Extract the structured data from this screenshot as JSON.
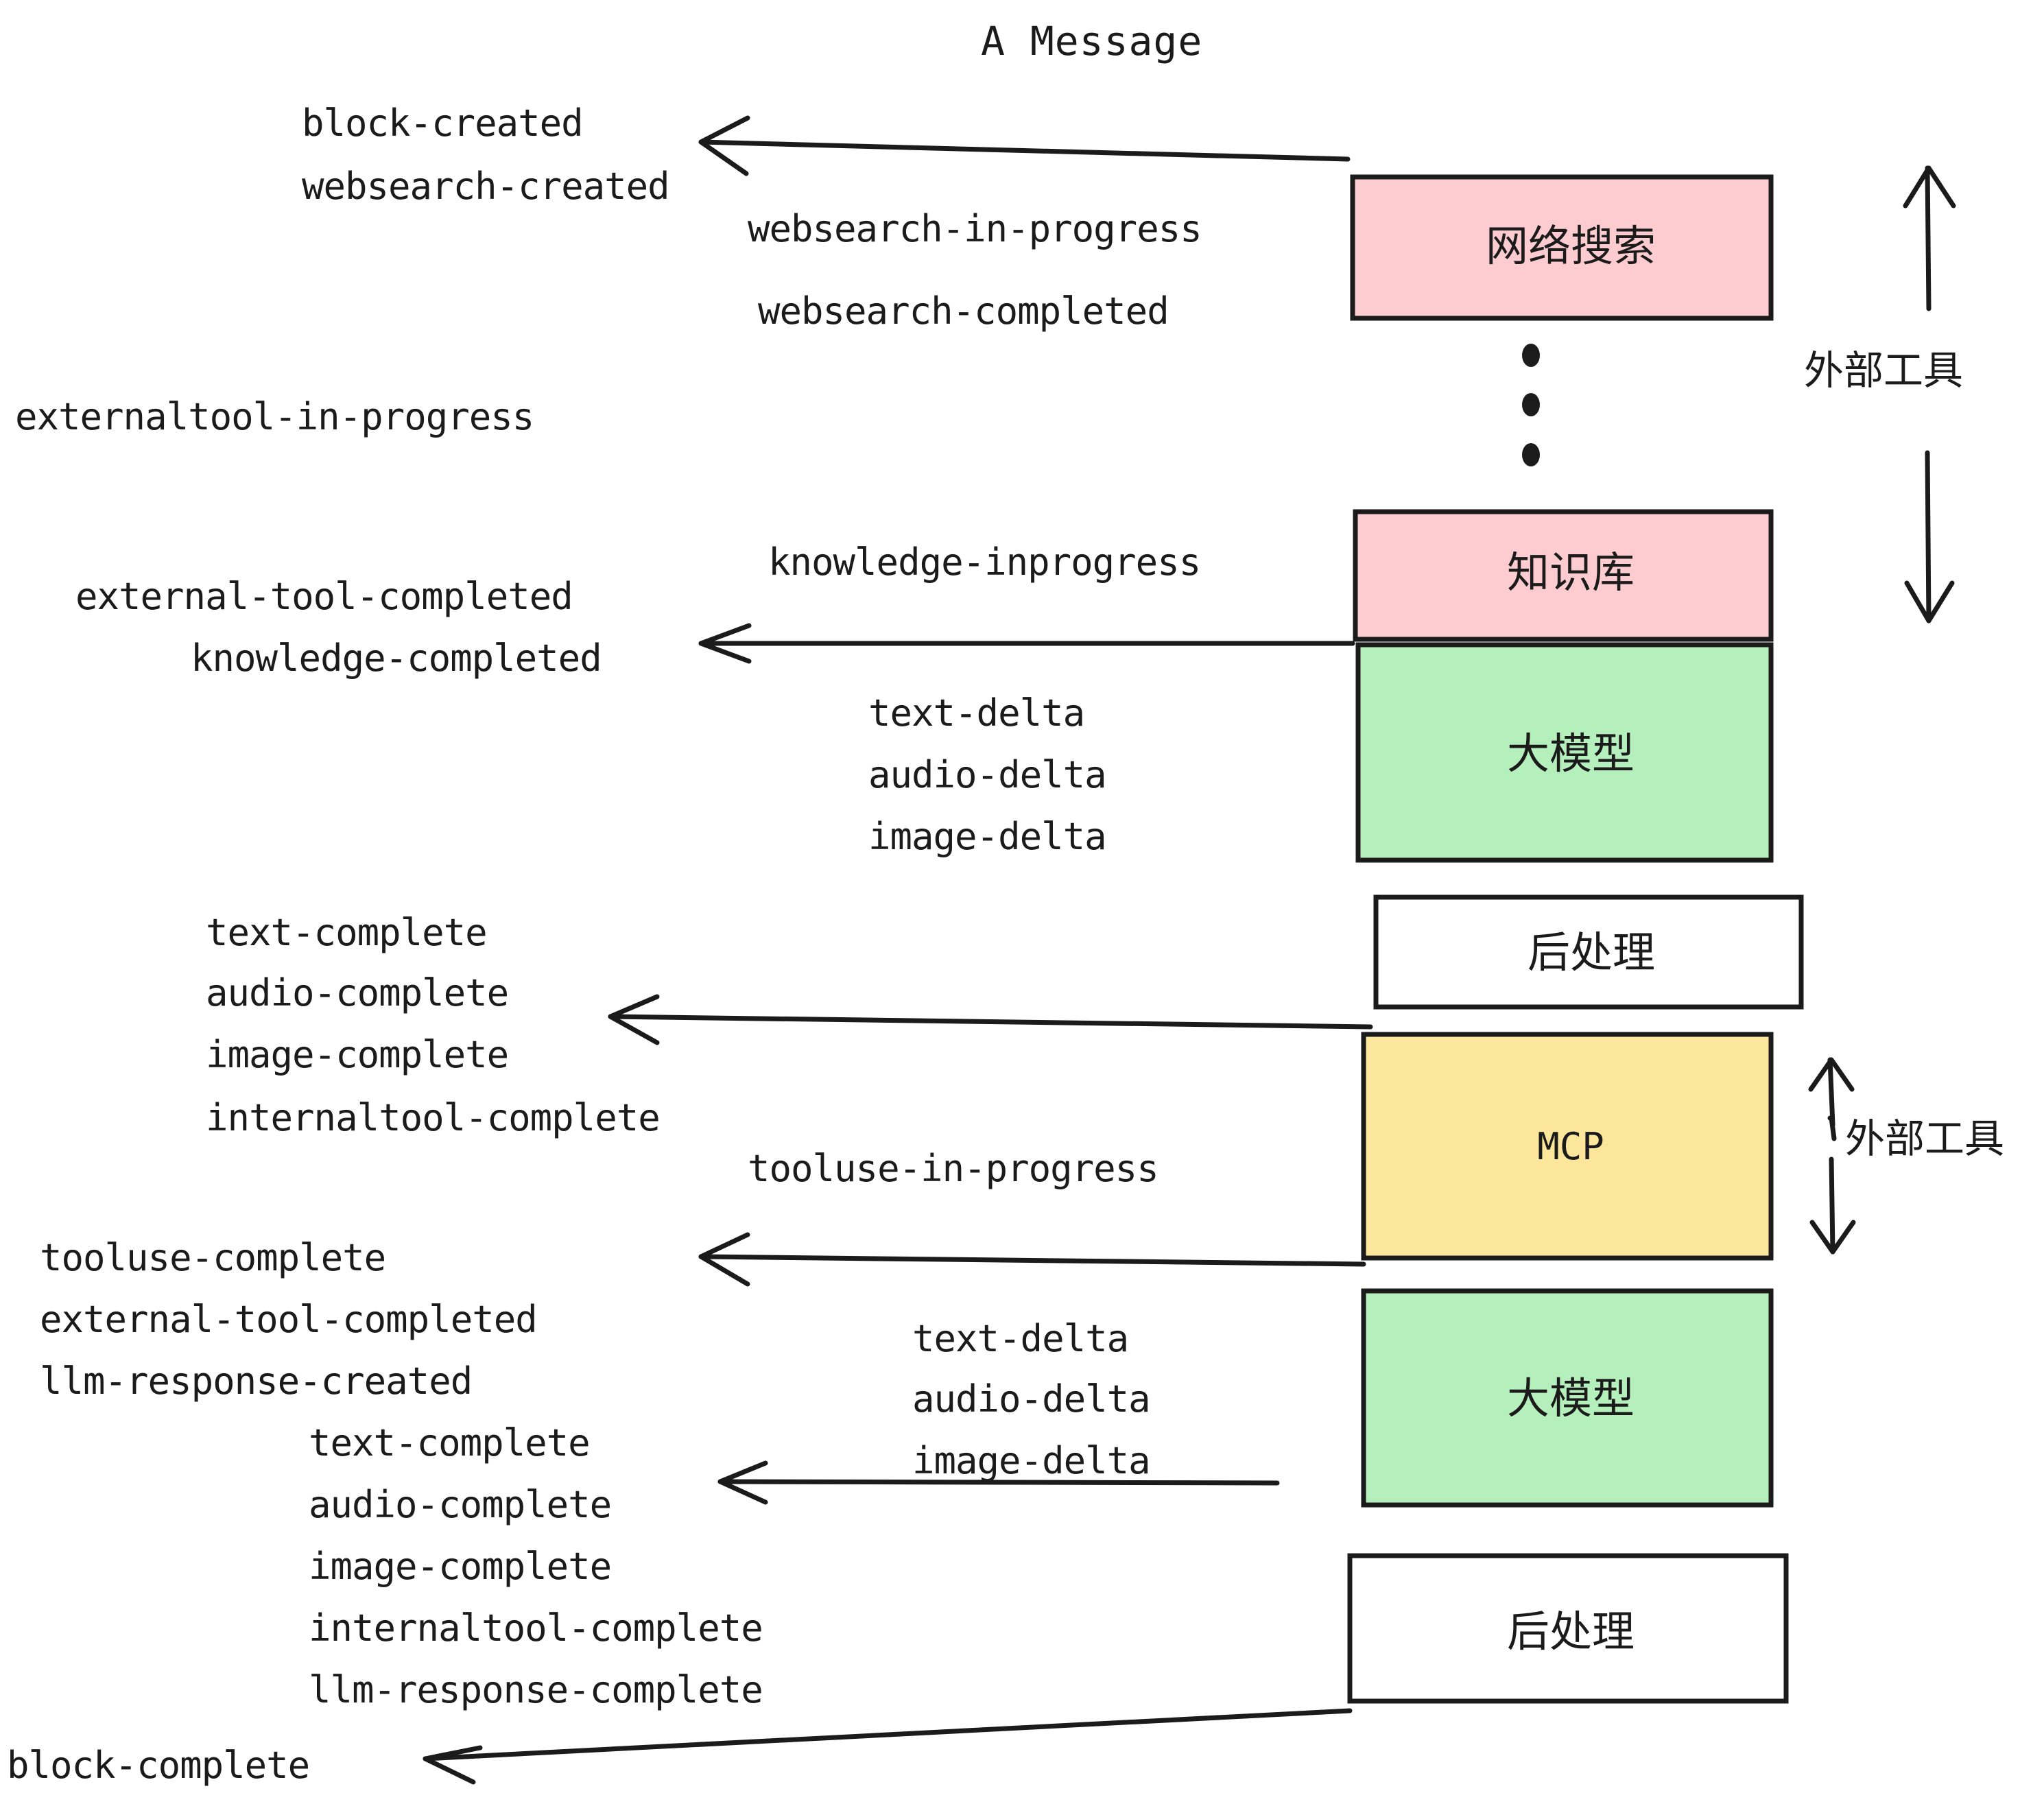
{
  "title": "A Message",
  "colors": {
    "pink": "#FCCCD1",
    "green": "#B5EFBC",
    "yellow": "#FBE69C",
    "white": "#FFFFFF",
    "stroke": "#1B1B1B",
    "background": "#FFFFFF"
  },
  "nodes": [
    {
      "id": "websearch",
      "label": "网络搜索",
      "fill": "pink",
      "script": "cjk"
    },
    {
      "id": "knowledge",
      "label": "知识库",
      "fill": "pink",
      "script": "cjk"
    },
    {
      "id": "llm-1",
      "label": "大模型",
      "fill": "green",
      "script": "cjk"
    },
    {
      "id": "postprocess-1",
      "label": "后处理",
      "fill": "white",
      "script": "cjk"
    },
    {
      "id": "mcp",
      "label": "MCP",
      "fill": "yellow",
      "script": "latin"
    },
    {
      "id": "llm-2",
      "label": "大模型",
      "fill": "green",
      "script": "cjk"
    },
    {
      "id": "postprocess-2",
      "label": "后处理",
      "fill": "white",
      "script": "cjk"
    }
  ],
  "events": [
    {
      "id": "block-created",
      "text": "block-created"
    },
    {
      "id": "websearch-created",
      "text": "websearch-created"
    },
    {
      "id": "websearch-in-progress",
      "text": "websearch-in-progress"
    },
    {
      "id": "websearch-completed",
      "text": "websearch-completed"
    },
    {
      "id": "externaltool-in-progress",
      "text": "externaltool-in-progress"
    },
    {
      "id": "knowledge-inprogress",
      "text": "knowledge-inprogress"
    },
    {
      "id": "external-tool-completed-1",
      "text": "external-tool-completed"
    },
    {
      "id": "knowledge-completed",
      "text": "knowledge-completed"
    },
    {
      "id": "text-delta-1",
      "text": "text-delta"
    },
    {
      "id": "audio-delta-1",
      "text": "audio-delta"
    },
    {
      "id": "image-delta-1",
      "text": "image-delta"
    },
    {
      "id": "text-complete-1",
      "text": "text-complete"
    },
    {
      "id": "audio-complete-1",
      "text": "audio-complete"
    },
    {
      "id": "image-complete-1",
      "text": "image-complete"
    },
    {
      "id": "internaltool-complete-1",
      "text": "internaltool-complete"
    },
    {
      "id": "tooluse-in-progress",
      "text": "tooluse-in-progress"
    },
    {
      "id": "tooluse-complete",
      "text": "tooluse-complete"
    },
    {
      "id": "external-tool-completed-2",
      "text": "external-tool-completed"
    },
    {
      "id": "llm-response-created",
      "text": "llm-response-created"
    },
    {
      "id": "text-complete-2",
      "text": "text-complete"
    },
    {
      "id": "audio-delta-2",
      "text": "audio-delta"
    },
    {
      "id": "text-delta-2",
      "text": "text-delta"
    },
    {
      "id": "image-delta-2",
      "text": "image-delta"
    },
    {
      "id": "audio-complete-2",
      "text": "audio-complete"
    },
    {
      "id": "image-complete-2",
      "text": "image-complete"
    },
    {
      "id": "internaltool-complete-2",
      "text": "internaltool-complete"
    },
    {
      "id": "llm-response-complete",
      "text": "llm-response-complete"
    },
    {
      "id": "block-complete",
      "text": "block-complete"
    }
  ],
  "side_labels": [
    {
      "id": "external-tools-top",
      "text": "外部工具"
    },
    {
      "id": "external-tools-bottom",
      "text": "外部工具"
    }
  ],
  "ellipsis": {
    "id": "vertical-ellipsis",
    "dots": 3
  }
}
